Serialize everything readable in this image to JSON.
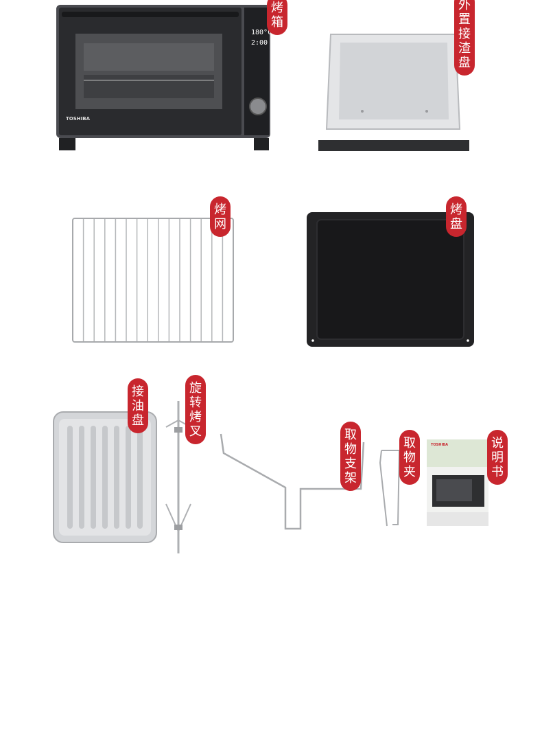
{
  "labels": {
    "oven": "烤箱",
    "crumb_tray": "外置接渣盘",
    "wire_rack": "烤网",
    "baking_tray": "烤盘",
    "drip_tray": "接油盘",
    "rotisserie_fork": "旋转烤叉",
    "rack_lifter": "取物支架",
    "tongs": "取物夹",
    "manual": "说明书"
  },
  "oven_display": {
    "brand": "TOSHIBA",
    "temperature": "180°C",
    "time": "2:00"
  },
  "manual_cover": {
    "brand": "TOSHIBA"
  },
  "colors": {
    "label_bg": "#c8262e",
    "label_text": "#ffffff",
    "oven_body": "#3a3b3f",
    "tray_black": "#1f1f21",
    "steel": "#c9cbce"
  }
}
